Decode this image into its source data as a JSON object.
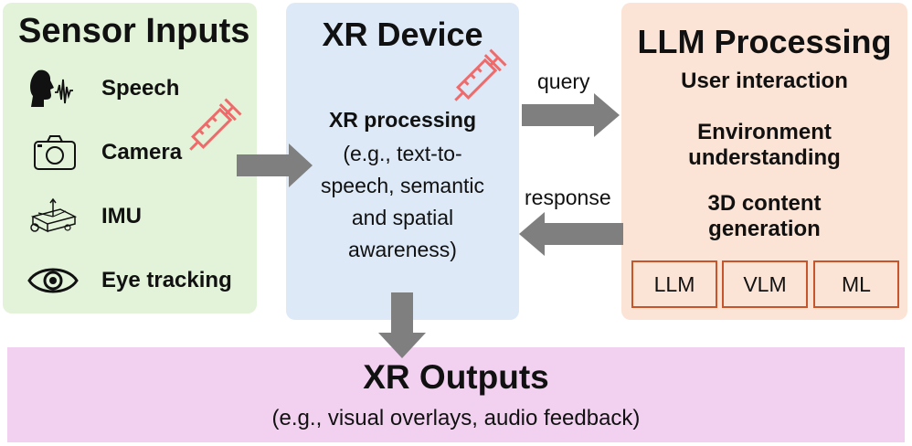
{
  "sensor_inputs": {
    "title": "Sensor Inputs",
    "items": [
      {
        "label": "Speech",
        "icon": "speaking-head-icon"
      },
      {
        "label": "Camera",
        "icon": "camera-icon"
      },
      {
        "label": "IMU",
        "icon": "imu-sensor-icon"
      },
      {
        "label": "Eye tracking",
        "icon": "eye-icon"
      }
    ]
  },
  "xr_device": {
    "title": "XR Device",
    "heading": "XR processing",
    "body_lines": [
      "(e.g., text-to-",
      "speech, semantic",
      "and spatial",
      "awareness)"
    ]
  },
  "llm_processing": {
    "title": "LLM Processing",
    "items": [
      [
        "User interaction"
      ],
      [
        "Environment",
        "understanding"
      ],
      [
        "3D content",
        "generation"
      ]
    ],
    "models": [
      "LLM",
      "VLM",
      "ML"
    ]
  },
  "xr_outputs": {
    "title": "XR Outputs",
    "subtitle": "(e.g., visual overlays, audio feedback)"
  },
  "arrows": {
    "query": "query",
    "response": "response"
  },
  "colors": {
    "sensor_bg": "#e2f3d9",
    "xr_bg": "#dde9f7",
    "llm_bg": "#fbe4d6",
    "output_bg": "#f1d1ef",
    "arrow": "#7f7f7f",
    "syringe": "#ef6b6b",
    "model_border": "#c8552a"
  }
}
